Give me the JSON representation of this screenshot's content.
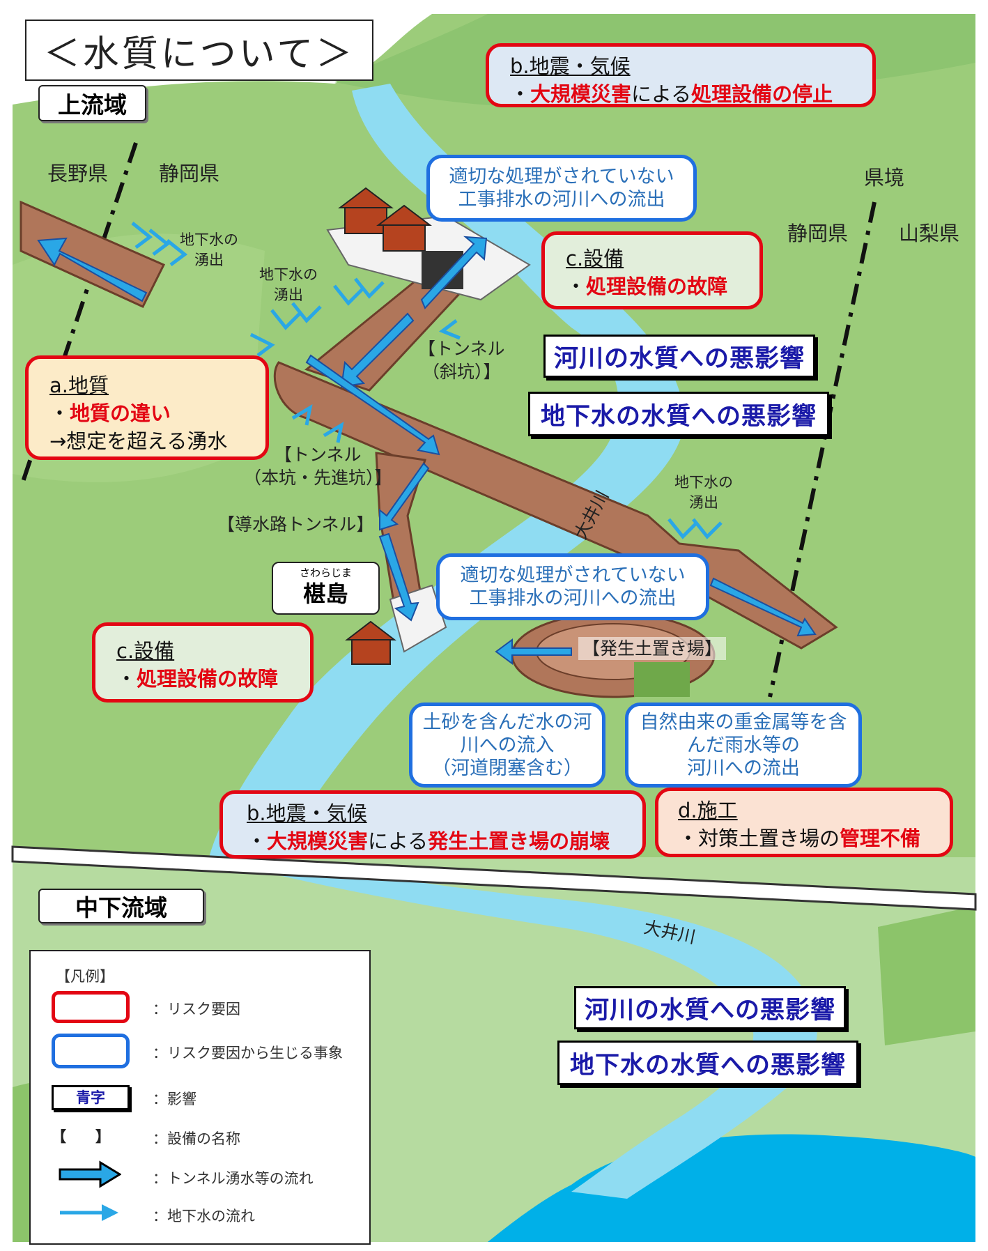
{
  "title": "＜水質について＞",
  "zones": {
    "upstream": "上流域",
    "midstream": "中下流域"
  },
  "prefectures": {
    "nagano": "長野県",
    "shizuoka_left": "静岡県",
    "border_label": "県境",
    "shizuoka_right": "静岡県",
    "yamanashi": "山梨県"
  },
  "groundwater_labels": [
    "地下水の\n湧出",
    "地下水の\n湧出",
    "地下水の\n湧出"
  ],
  "facilities": {
    "shaft": "【トンネル\n（斜坑）】",
    "main": "【トンネル\n（本坑・先進坑）】",
    "conduit": "【導水路トンネル】",
    "spoil": "【発生土置き場】"
  },
  "place": {
    "ruby": "さわらじま",
    "name": "椹島"
  },
  "river": {
    "upper": "大井川",
    "lower": "大井川"
  },
  "risks": {
    "quake_top": {
      "head": "b.地震・気候",
      "prefix": "・",
      "red1": "大規模災害",
      "mid": "による",
      "red2": "処理設備の停止"
    },
    "equip_right": {
      "head": "c.設備",
      "prefix": "・",
      "red": "処理設備の故障"
    },
    "geology": {
      "head": "a.地質",
      "prefix": "・",
      "red": "地質の違い",
      "line2": "→想定を超える湧水"
    },
    "equip_left": {
      "head": "c.設備",
      "prefix": "・",
      "red": "処理設備の故障"
    },
    "quake_bottom": {
      "head": "b.地震・気候",
      "prefix": "・",
      "red1": "大規模災害",
      "mid": "による",
      "red2": "発生土置き場の崩壊"
    },
    "construction": {
      "head": "d.施工",
      "prefix": "・対策土置き場の",
      "red": "管理不備"
    }
  },
  "events": {
    "e1": "適切な処理がされていない\n工事排水の河川への流出",
    "e2": "適切な処理がされていない\n工事排水の河川への流出",
    "e3": "土砂を含んだ水の河\n川への流入\n（河道閉塞含む）",
    "e4": "自然由来の重金属等を含\nんだ雨水等の\n河川への流出"
  },
  "impacts": {
    "river_upper": "河川の水質への悪影響",
    "ground_upper": "地下水の水質への悪影響",
    "river_lower": "河川の水質への悪影響",
    "ground_lower": "地下水の水質への悪影響"
  },
  "legend": {
    "title": "【凡例】",
    "risk": "：リスク要因",
    "event": "：リスク要因から生じる事象",
    "impact_sample": "青字",
    "impact": "：影響",
    "facility_sample": "【　　】",
    "facility": "：設備の名称",
    "tunnel_flow": "：トンネル湧水等の流れ",
    "groundwater_flow": "：地下水の流れ"
  },
  "colors": {
    "risk": "#e30613",
    "event": "#1f6fe0",
    "impact_text": "#1a1aa8",
    "river": "#8fdcf2",
    "mountain": "#9ccc7a",
    "tunnel": "#b0765a",
    "arrow": "#2aa7e6"
  }
}
